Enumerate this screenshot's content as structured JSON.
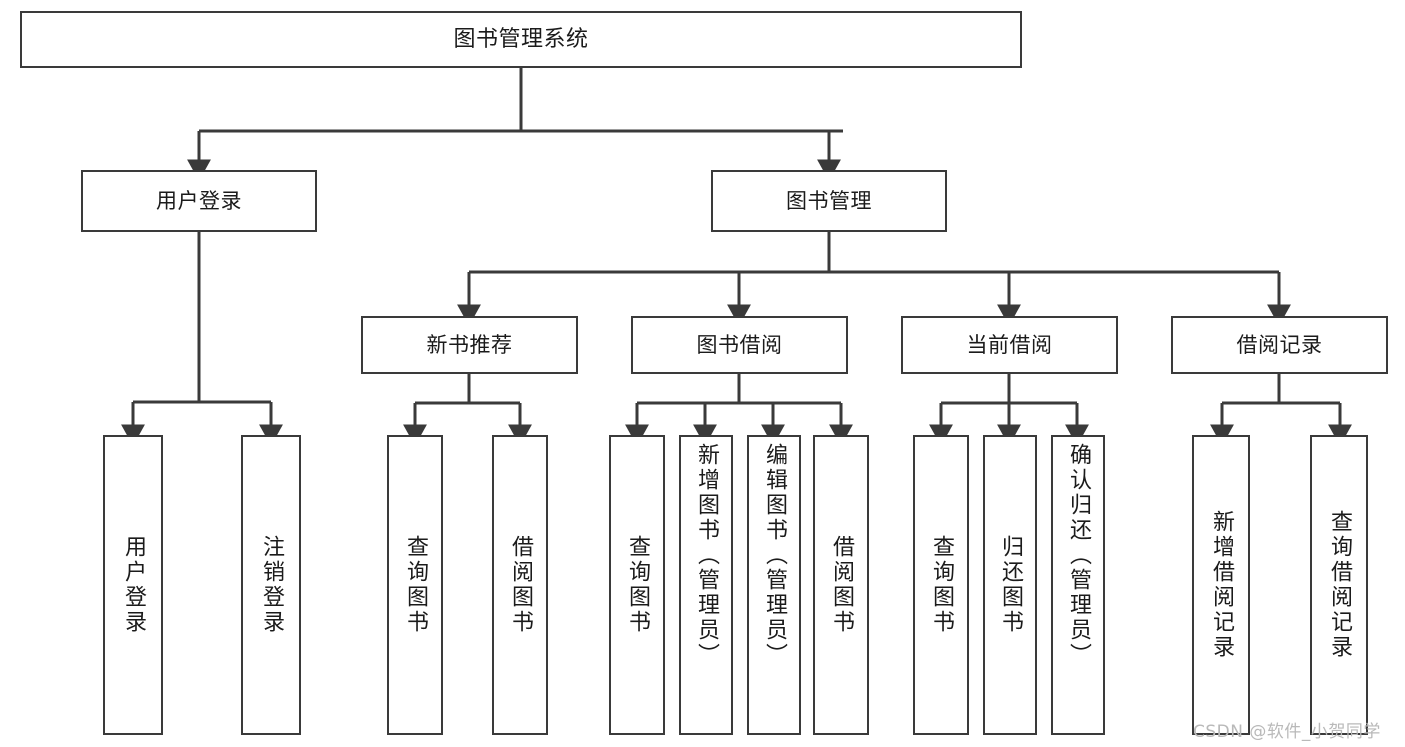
{
  "diagram": {
    "title": "图书管理系统",
    "type": "functional-structure-tree",
    "watermark": "CSDN @软件_小贺同学",
    "colors": {
      "background": "#ffffff",
      "box_border": "#3a3a3a",
      "box_fill": "#ffffff",
      "connector": "#3a3a3a",
      "text": "#1b1b1b",
      "watermark": "#b9b9b9"
    },
    "levels": {
      "root": {
        "label": "图书管理系统"
      },
      "level2": [
        {
          "id": "user-login",
          "label": "用户登录"
        },
        {
          "id": "book-manage",
          "label": "图书管理"
        }
      ],
      "level3": [
        {
          "id": "new-book-recommend",
          "label": "新书推荐"
        },
        {
          "id": "book-borrow",
          "label": "图书借阅"
        },
        {
          "id": "current-borrow",
          "label": "当前借阅"
        },
        {
          "id": "borrow-record",
          "label": "借阅记录"
        }
      ],
      "leaves": {
        "user-login": [
          {
            "id": "leaf-user-login",
            "label": "用户登录"
          },
          {
            "id": "leaf-user-logout",
            "label": "注销登录"
          }
        ],
        "new-book-recommend": [
          {
            "id": "leaf-query-book-1",
            "label": "查询图书"
          },
          {
            "id": "leaf-borrow-book-1",
            "label": "借阅图书"
          }
        ],
        "book-borrow": [
          {
            "id": "leaf-query-book-2",
            "label": "查询图书"
          },
          {
            "id": "leaf-add-book-admin",
            "label": "新增图书（管理员）"
          },
          {
            "id": "leaf-edit-book-admin",
            "label": "编辑图书（管理员）"
          },
          {
            "id": "leaf-borrow-book-2",
            "label": "借阅图书"
          }
        ],
        "current-borrow": [
          {
            "id": "leaf-query-book-3",
            "label": "查询图书"
          },
          {
            "id": "leaf-return-book",
            "label": "归还图书"
          },
          {
            "id": "leaf-confirm-return-admin",
            "label": "确认归还（管理员）"
          }
        ],
        "borrow-record": [
          {
            "id": "leaf-add-borrow-record",
            "label": "新增借阅记录"
          },
          {
            "id": "leaf-query-borrow-record",
            "label": "查询借阅记录"
          }
        ]
      }
    }
  }
}
